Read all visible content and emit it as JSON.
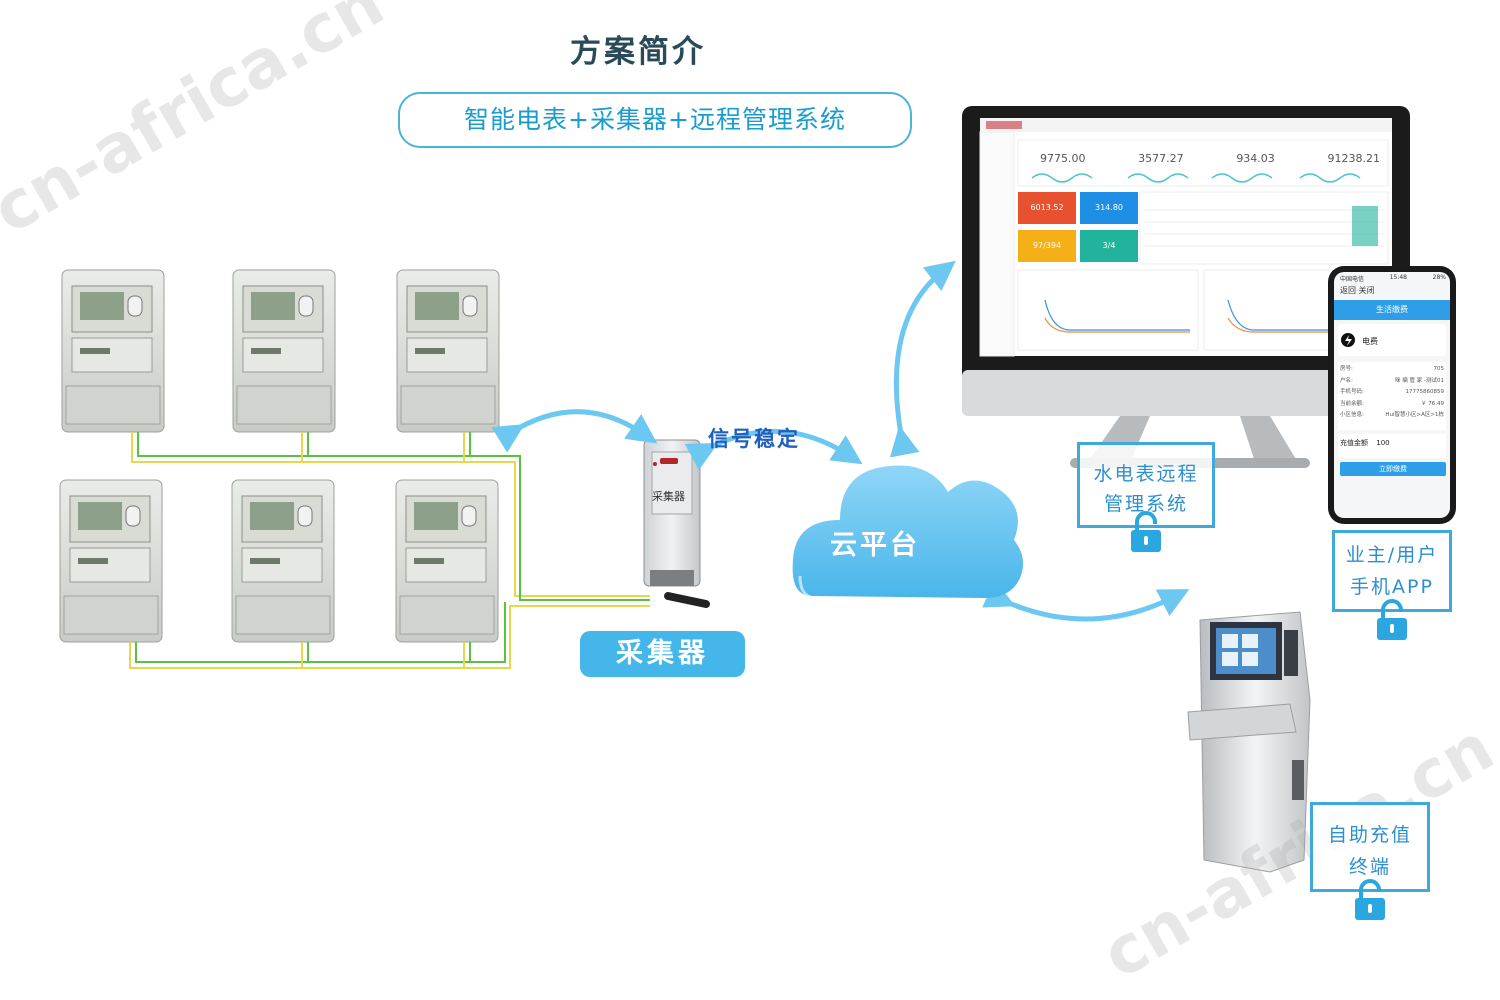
{
  "title": "方案简介",
  "subtitle": "智能电表+采集器+远程管理系统",
  "collector_label": "采集器",
  "collector_device_text": "采集器",
  "signal_text": "信号稳定",
  "cloud_text": "云平台",
  "watermark": "cn-africa.cn",
  "desktop": {
    "label_line1": "水电表远程",
    "label_line2": "管理系统",
    "stats": [
      "9775.00",
      "3577.27",
      "934.03",
      "91238.21"
    ],
    "tiles": [
      "6013.52",
      "314.80",
      "97/394",
      "3/4"
    ],
    "tile_colors": [
      "#e8512f",
      "#1f8fe5",
      "#f5b017",
      "#21b39b"
    ]
  },
  "phone": {
    "label_line1": "业主/用户",
    "label_line2": "手机APP",
    "status_left": "中国电信",
    "status_time": "15:48",
    "status_right": "28%",
    "nav_back": "返回",
    "nav_close": "关闭",
    "header": "生活缴费",
    "item": "电费",
    "rows": [
      {
        "k": "房号:",
        "v": "705"
      },
      {
        "k": "户名:",
        "v": "咪 编 管 家 -测试01"
      },
      {
        "k": "手机号码:",
        "v": "17775860859"
      },
      {
        "k": "当前余额:",
        "v": "￥ 76.49"
      },
      {
        "k": "小区信息:",
        "v": "Hui智慧小区>A区>1栋"
      }
    ],
    "amount_label": "充值金额",
    "amount_value": "100",
    "button": "立即缴费"
  },
  "kiosk": {
    "label_line1": "自助充值",
    "label_line2": "终端"
  },
  "colors": {
    "accent": "#45b6ea",
    "line": "#3fa9dc",
    "cloud": "#5cc1ef"
  },
  "icons": [
    "lock-icon",
    "lock-icon",
    "lock-icon"
  ]
}
